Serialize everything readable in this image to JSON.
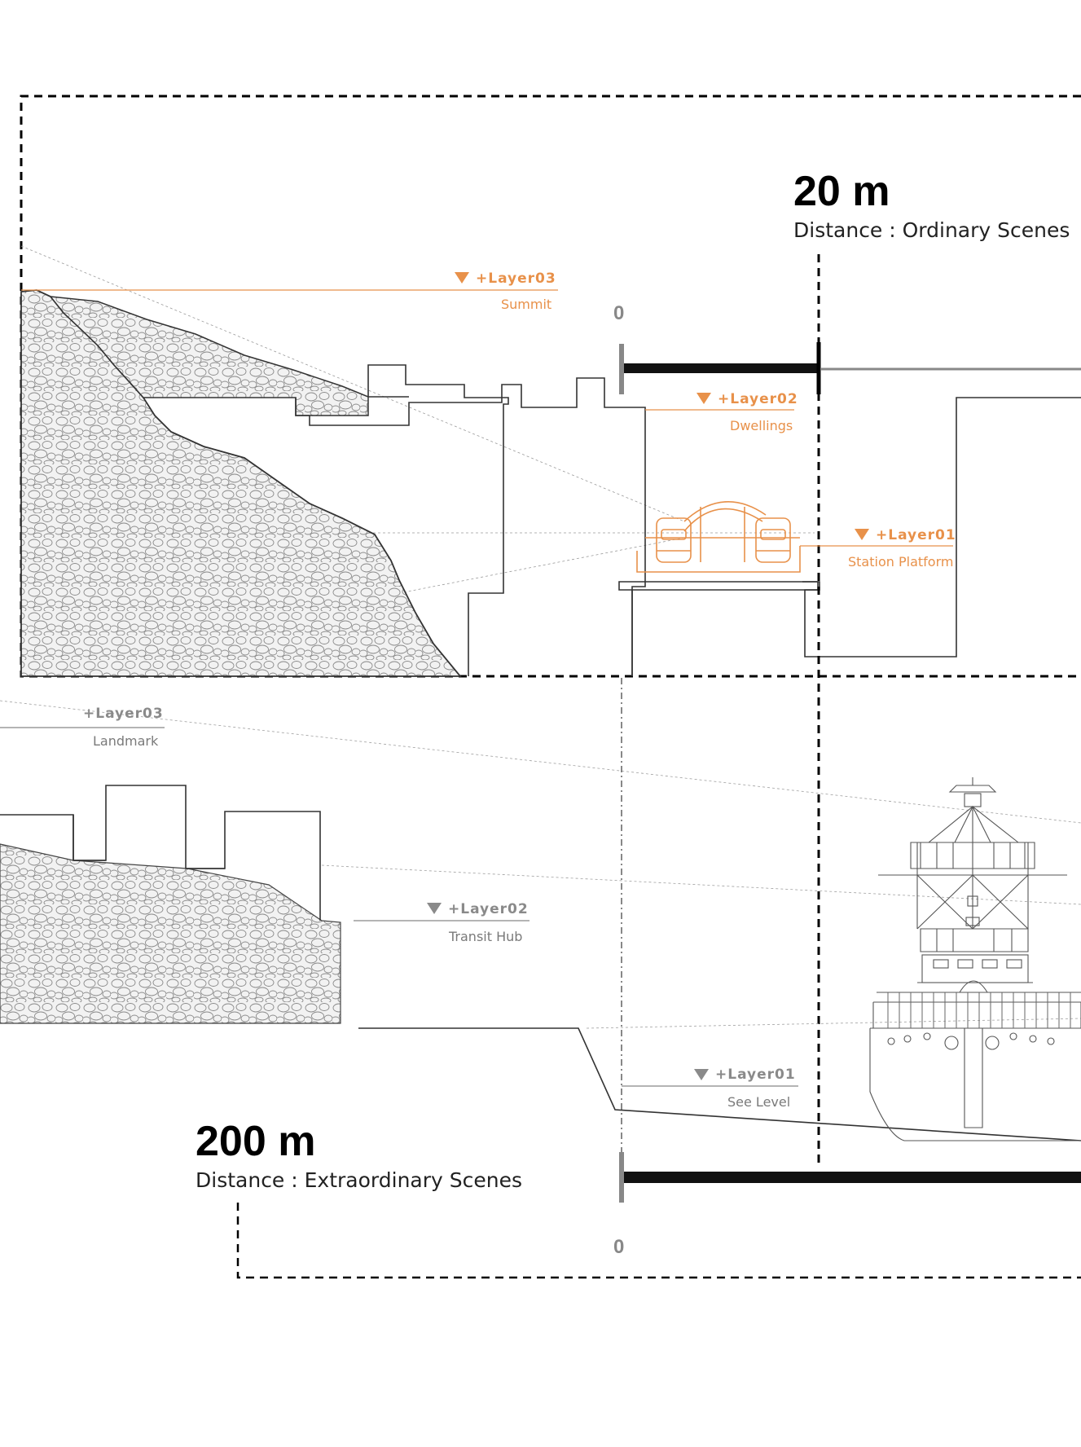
{
  "colors": {
    "orange": "#e8914a",
    "grey": "#8a8a8a",
    "line": "#333333",
    "ink": "#000000"
  },
  "top_panel": {
    "distance_value": "20 m",
    "distance_caption": "Distance : Ordinary Scenes",
    "scale_zero": "0",
    "layers": [
      {
        "name": "+Layer03",
        "label": "Summit"
      },
      {
        "name": "+Layer02",
        "label": "Dwellings"
      },
      {
        "name": "+Layer01",
        "label": "Station Platform"
      }
    ]
  },
  "bottom_panel": {
    "distance_value": "200 m",
    "distance_caption": "Distance : Extraordinary Scenes",
    "scale_zero": "0",
    "layers": [
      {
        "name": "+Layer03",
        "label": "Landmark"
      },
      {
        "name": "+Layer02",
        "label": "Transit Hub"
      },
      {
        "name": "+Layer01",
        "label": "See Level"
      }
    ]
  }
}
